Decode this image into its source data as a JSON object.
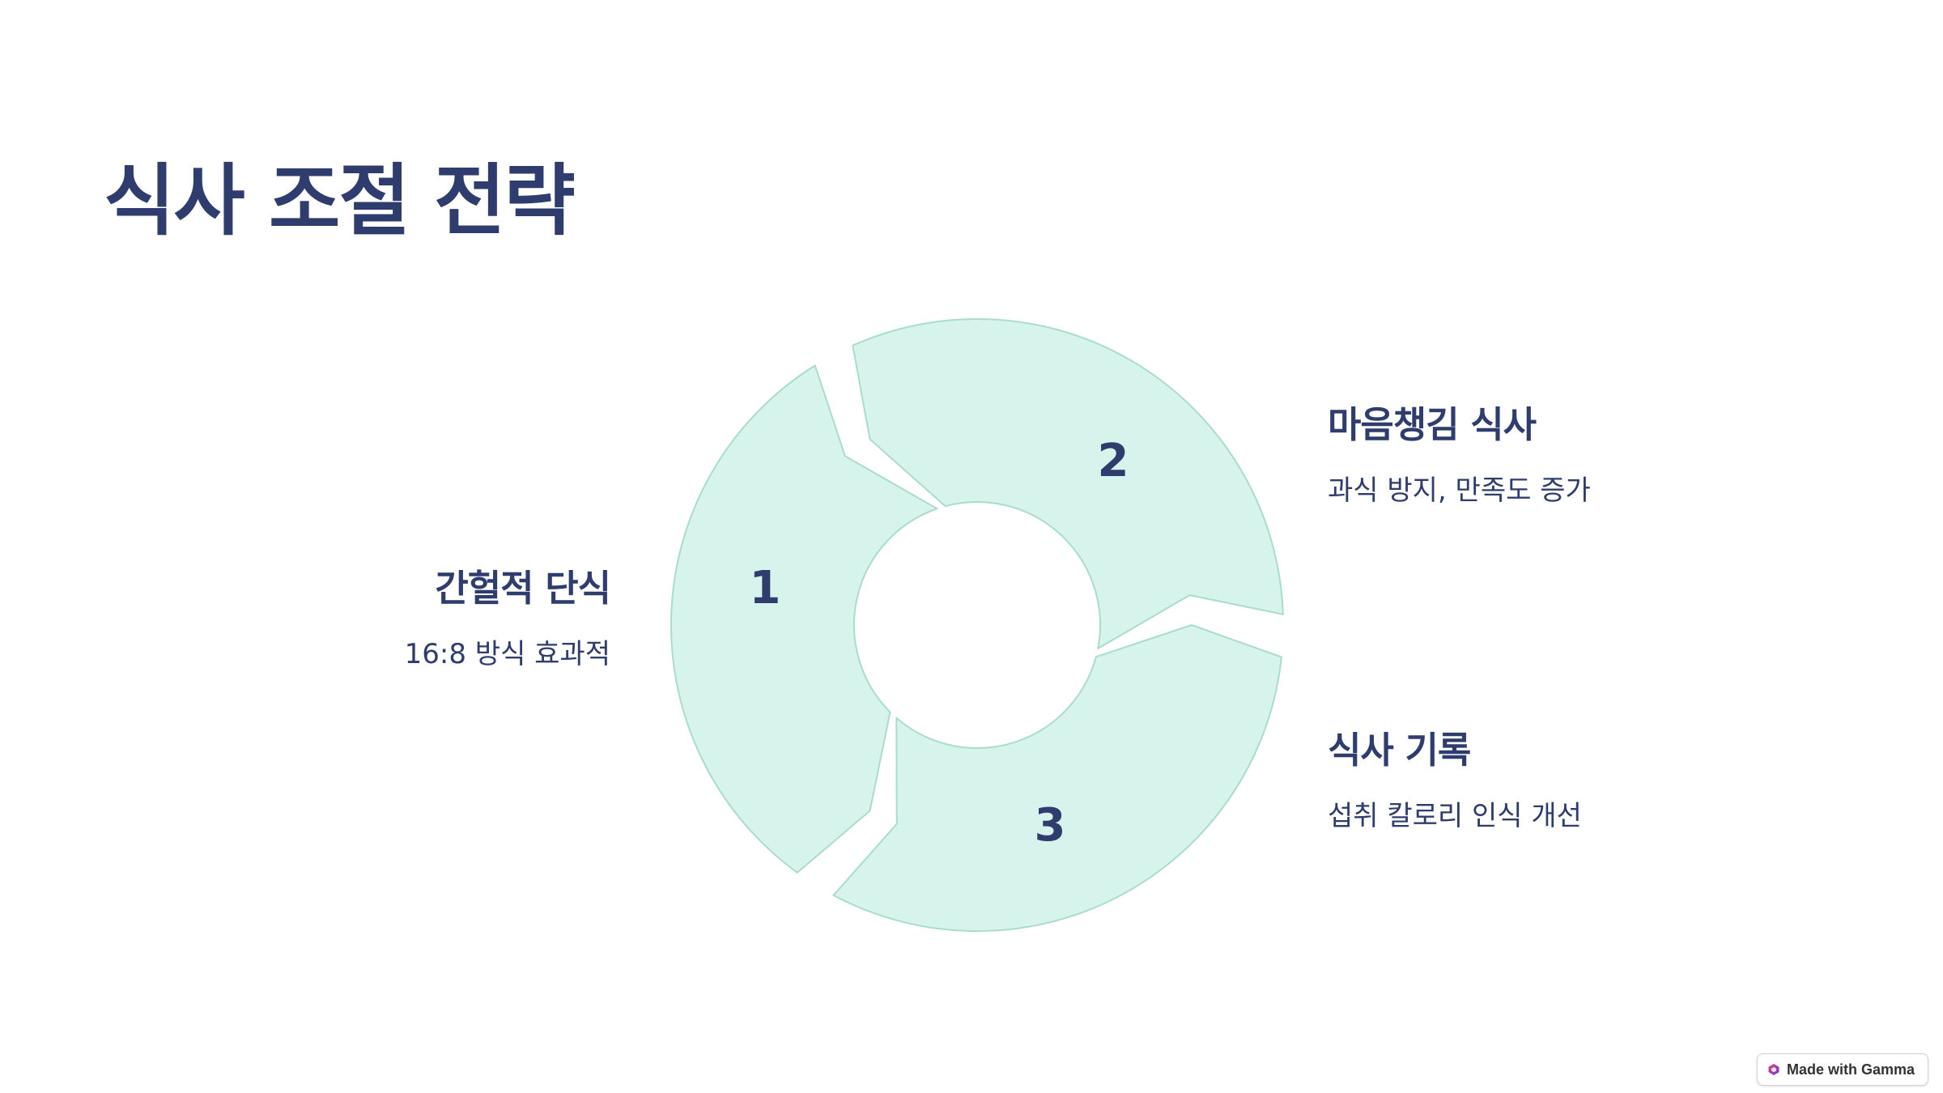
{
  "slide": {
    "title": "식사 조절 전략"
  },
  "cycle": {
    "segment_fill": "#d6f4ec",
    "segment_stroke": "#a9dccd",
    "steps": [
      {
        "number": "1",
        "title": "간헐적 단식",
        "description": "16:8 방식 효과적"
      },
      {
        "number": "2",
        "title": "마음챙김 식사",
        "description": "과식 방지, 만족도 증가"
      },
      {
        "number": "3",
        "title": "식사 기록",
        "description": "섭취 칼로리 인식 개선"
      }
    ]
  },
  "badge": {
    "label": "Made with Gamma",
    "icon": "gamma-logo-icon"
  },
  "colors": {
    "text": "#2f3d6e",
    "background": "#ffffff"
  }
}
